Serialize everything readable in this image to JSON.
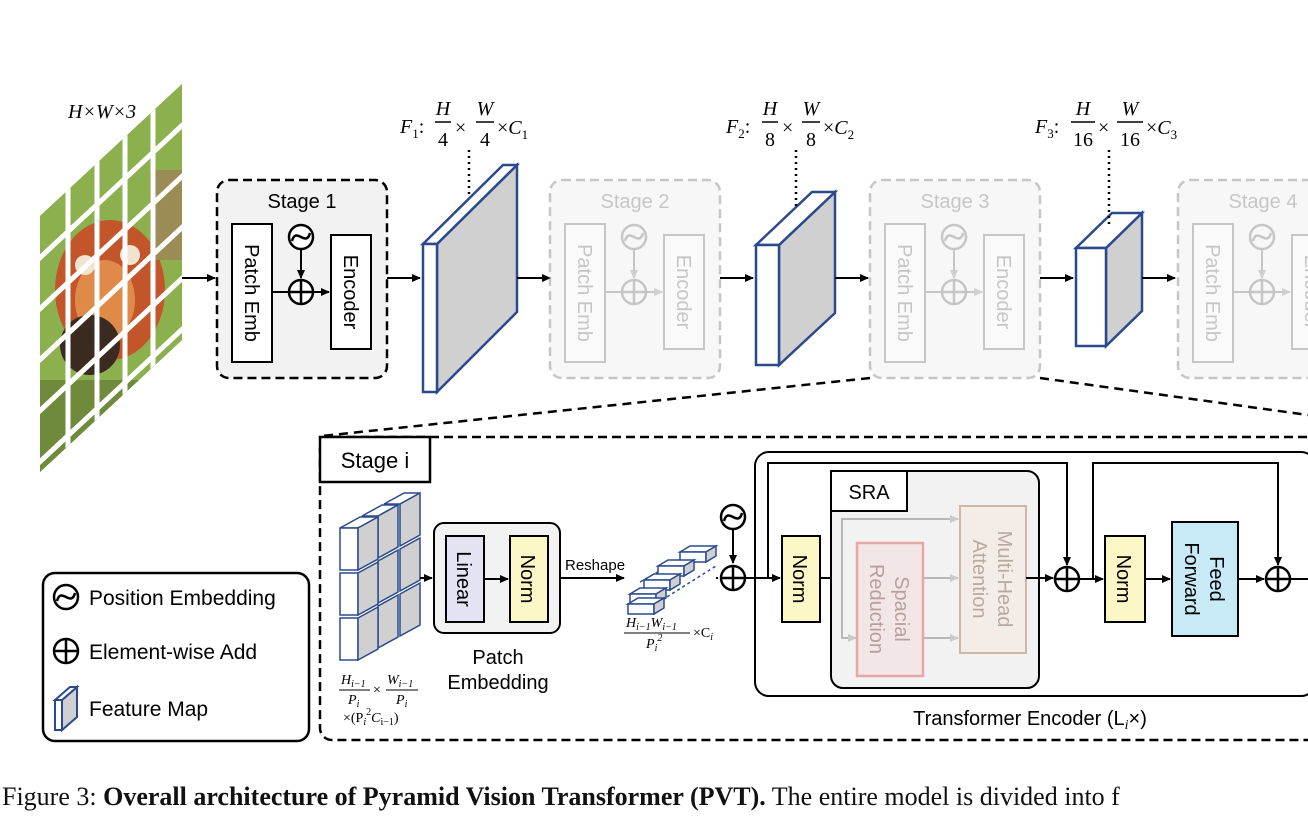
{
  "input": {
    "dims": "H×W×3"
  },
  "features": [
    {
      "label": "F",
      "sub": "1",
      "h_den": "4",
      "w_den": "4",
      "channel": "C",
      "channel_sub": "1"
    },
    {
      "label": "F",
      "sub": "2",
      "h_den": "8",
      "w_den": "8",
      "channel": "C",
      "channel_sub": "2"
    },
    {
      "label": "F",
      "sub": "3",
      "h_den": "16",
      "w_den": "16",
      "channel": "C",
      "channel_sub": "3"
    }
  ],
  "frac_num_h": "H",
  "frac_num_w": "W",
  "times": "×",
  "stages": [
    {
      "title": "Stage 1",
      "patch": "Patch Emb",
      "encoder": "Encoder"
    },
    {
      "title": "Stage 2",
      "patch": "Patch Emb",
      "encoder": "Encoder"
    },
    {
      "title": "Stage 3",
      "patch": "Patch Emb",
      "encoder": "Encoder"
    },
    {
      "title": "Stage 4",
      "patch": "Patch Emb",
      "encoder": "Encoder"
    }
  ],
  "stage_i": {
    "title": "Stage i",
    "linear": "Linear",
    "norm": "Norm",
    "reshape": "Reshape",
    "patch_embedding_line1": "Patch",
    "patch_embedding_line2": "Embedding",
    "sra": "SRA",
    "spacial_reduction_line1": "Spacial",
    "spacial_reduction_line2": "Reduction",
    "mha_line1": "Multi-Head",
    "mha_line2": "Attention",
    "norm2": "Norm",
    "norm3": "Norm",
    "ff_line1": "Feed",
    "ff_line2": "Forward",
    "transformer_label": "Transformer Encoder (L",
    "transformer_sub": "i",
    "transformer_end": "×)",
    "input_dims_a_num": "H",
    "input_dims_a_sub": "i−1",
    "input_dims_a_den": "P",
    "input_dims_a_den_sub": "i",
    "input_dims_b_num": "W",
    "input_dims_b_sub": "i−1",
    "input_dims_b_den": "P",
    "input_dims_b_den_sub": "i",
    "input_dims_c": "×(P",
    "input_dims_c_sub": "i",
    "input_dims_c_sup": "2",
    "input_dims_c_ch": "C",
    "input_dims_c_ch_sub": "i−1",
    "input_dims_c_end": ")",
    "reshape_num": "H",
    "reshape_num_sub": "i−1",
    "reshape_num2": "W",
    "reshape_num2_sub": "i−1",
    "reshape_den": "P",
    "reshape_den_sub": "i",
    "reshape_den_sup": "2",
    "reshape_ch": "×C",
    "reshape_ch_sub": "i"
  },
  "legend": [
    {
      "icon": "position-embedding-icon",
      "label": "Position Embedding"
    },
    {
      "icon": "element-wise-add-icon",
      "label": "Element-wise Add"
    },
    {
      "icon": "feature-map-icon",
      "label": "Feature Map"
    }
  ],
  "caption": {
    "prefix": "Figure 3: ",
    "bold": "Overall architecture of Pyramid Vision Transformer (PVT).",
    "rest": " The entire model is divided into f"
  },
  "colors": {
    "feature_map_edge": "#2b4a8e",
    "feature_map_fill": "#d0d0d0",
    "stage_fill": "#f2f2f2",
    "norm_fill": "#fbf7c7",
    "linear_fill": "#e3e3f4",
    "ff_fill": "#c8e9f6",
    "sr_edge": "#e06b6b",
    "mha_fill": "#f7eadf"
  }
}
